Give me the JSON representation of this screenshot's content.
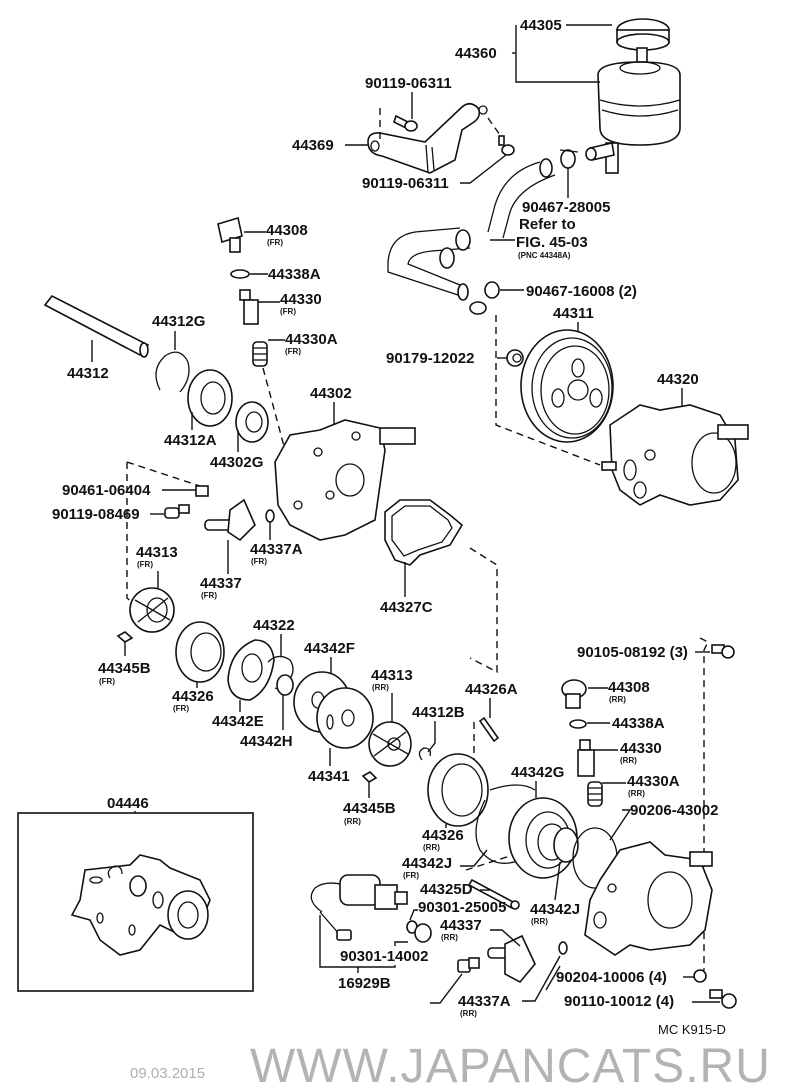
{
  "diagram": {
    "figure_code": "MC K915-D",
    "watermark": "WWW.JAPANCATS.RU",
    "watermark_date": "09.03.2015",
    "refer_note": {
      "line1": "Refer to",
      "line2": "FIG. 45-03",
      "line3": "(PNC 44348A)"
    },
    "labels": {
      "p44305": "44305",
      "p44360": "44360",
      "p90119a": "90119-06311",
      "p44369": "44369",
      "p90119b": "90119-06311",
      "p90467a": "90467-28005",
      "p90467b": "90467-16008 (2)",
      "p44311": "44311",
      "p90179": "90179-12022",
      "p44320": "44320",
      "p44308fr": "44308",
      "p44338a": "44338A",
      "p44330fr": "44330",
      "p44330afr": "44330A",
      "p44312g": "44312G",
      "p44312": "44312",
      "p44302": "44302",
      "p44312a": "44312A",
      "p44302g": "44302G",
      "p90461": "90461-06404",
      "p90119c": "90119-08469",
      "p44313fr": "44313",
      "p44337afr": "44337A",
      "p44337fr": "44337",
      "p44327c": "44327C",
      "p44322": "44322",
      "p44342f": "44342F",
      "p44313rr": "44313",
      "p44345bfr": "44345B",
      "p44326fr": "44326",
      "p44342e": "44342E",
      "p44342h": "44342H",
      "p44341": "44341",
      "p44345brr": "44345B",
      "p90105": "90105-08192 (3)",
      "p44308rr": "44308",
      "p44338arr": "44338A",
      "p44330rr": "44330",
      "p44330arr": "44330A",
      "p90206": "90206-43002",
      "p44326a": "44326A",
      "p44312b": "44312B",
      "p44342g": "44342G",
      "p04446": "04446",
      "p44326rr": "44326",
      "p44342jfr": "44342J",
      "p44325d": "44325D",
      "p90301a": "90301-25005",
      "p44342jrr": "44342J",
      "p44337rr": "44337",
      "p90301b": "90301-14002",
      "p16929b": "16929B",
      "p44337arr": "44337A",
      "p90204": "90204-10006 (4)",
      "p90110": "90110-10012 (4)"
    },
    "qualifiers": {
      "fr": "(FR)",
      "rr": "(RR)"
    }
  }
}
